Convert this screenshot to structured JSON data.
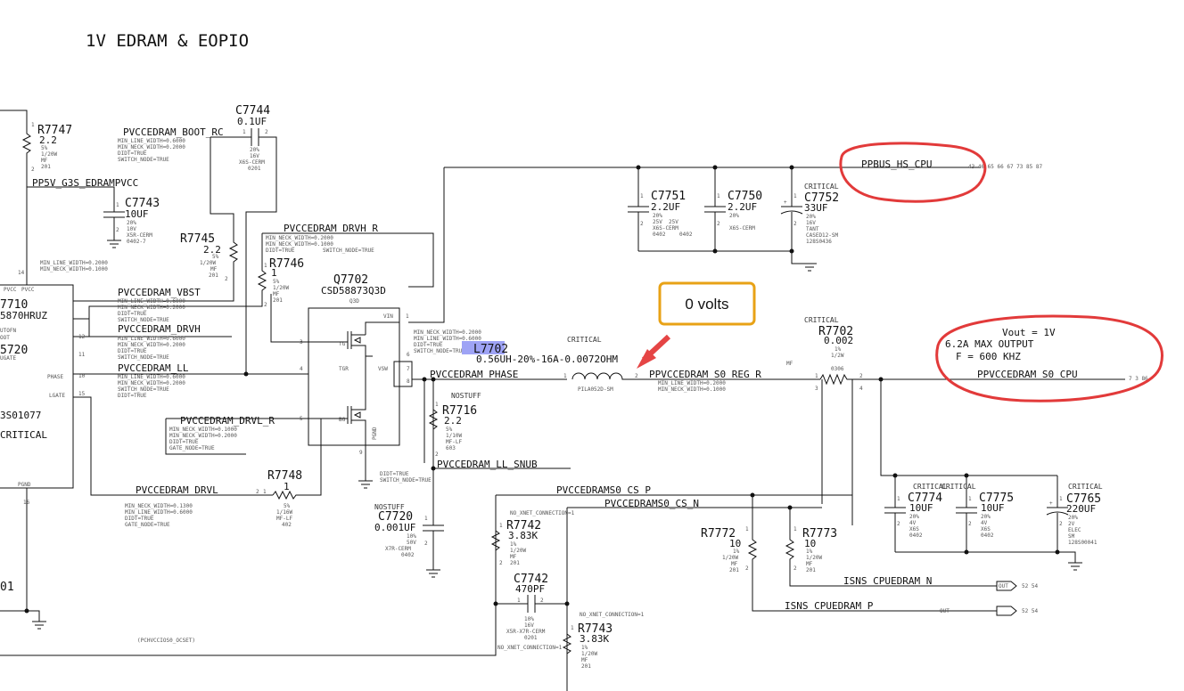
{
  "title": "1V EDRAM & EOPIO",
  "callout": {
    "text": "0 volts",
    "border_color": "#e8a216",
    "arrow_color": "#e54545"
  },
  "highlight_color": "#9ea3f5",
  "annotation_color": "#e23a3a",
  "nets": {
    "ppbus": "PPBUS_HS_CPU",
    "ppbus_refs": "43 46 65 66 67 73 85 87",
    "out": "PPVCCEDRAM_S0_CPU",
    "out_refs": "7 3 86",
    "boot": "PVCCEDRAM_BOOT_RC",
    "p5v": "PP5V_G3S_EDRAMPVCC",
    "drvh_r": "PVCCEDRAM_DRVH_R",
    "vbst": "PVCCEDRAM_VBST",
    "drvh": "PVCCEDRAM_DRVH",
    "ll": "PVCCEDRAM_LL",
    "drvl_r": "PVCCEDRAM_DRVL_R",
    "drvl": "PVCCEDRAM_DRVL",
    "phase": "PVCCEDRAM_PHASE",
    "reg": "PPVCCEDRAM_S0_REG_R",
    "snub": "PVCCEDRAM_LL_SNUB",
    "cs_p": "PVCCEDRAMS0_CS_P",
    "cs_n": "PVCCEDRAMS0_CS_N",
    "isns_n": "ISNS_CPUEDRAM_N",
    "isns_p": "ISNS_CPUEDRAM_P",
    "isns_refs": "52 54",
    "ocset": "(PCHVCCIOS0_OCSET)"
  },
  "props": {
    "mlw_6000": "MIN_LINE_WIDTH=0.6000",
    "mnw_2000": "MIN_NECK_WIDTH=0.2000",
    "mlw_2000": "MIN_LINE_WIDTH=0.2000",
    "mnw_1000": "MIN_NECK_WIDTH=0.1000",
    "mnw_1300": "MIN_NECK_WIDTH=0.1300",
    "didt": "DIDT=TRUE",
    "switch": "SWITCH_NODE=TRUE",
    "gate": "GATE_NODE=TRUE",
    "nostuff": "NOSTUFF",
    "critical": "CRITICAL",
    "no_xnet": "NO_XNET_CONNECTION=1",
    "mf": "MF"
  },
  "reg": {
    "vout": "Vout = 1V",
    "imax": "6.2A MAX OUTPUT",
    "freq": "F = 600 KHZ"
  },
  "u7710": {
    "pins_top": "PVCC",
    "ref_partial": "7710",
    "part_partial": "5870HRUZ",
    "l1": "UTOFN",
    "l2": "OOT",
    "part2_partial": "5720",
    "l3": "UGATE",
    "phase": "PHASE",
    "lgate": "LGATE",
    "bom_partial": "3S01077",
    "crit_partial": "CRITICAL",
    "pgnd": "PGND",
    "pin12": "12",
    "pin11": "11",
    "pin10": "10",
    "pin15": "15",
    "pin14": "14",
    "pin16": "16",
    "left01": "01"
  },
  "q7702": {
    "ref": "Q7702",
    "part": "CSD58873Q3D",
    "pkg": "Q3D",
    "vin": "VIN",
    "tg": "TG",
    "tgr": "TGR",
    "vsw": "VSW",
    "bg": "BG",
    "pgnd": "PGND",
    "p1": "1",
    "p3": "3",
    "p4": "4",
    "p5": "5",
    "p6": "6",
    "p7": "7",
    "p8": "8",
    "p9": "9"
  },
  "l7702": {
    "ref": "L7702",
    "value": "0.56UH-20%-16A-0.0072OHM",
    "pkg": "PILA052D-SM",
    "p1": "1",
    "p2": "2"
  },
  "r7702": {
    "ref": "R7702",
    "value": "0.002",
    "tol": "1%",
    "pwr": "1/2W",
    "pkg": "0306",
    "p1": "1",
    "p2": "2",
    "p3": "3",
    "p4": "4"
  },
  "c7744": {
    "ref": "C7744",
    "value": "0.1UF",
    "specs": [
      "20%",
      "16V",
      "X6S-CERM",
      "0201"
    ],
    "p1": "1",
    "p2": "2"
  },
  "r7747": {
    "ref": "R7747",
    "value": "2.2",
    "specs": [
      "5%",
      "1/20W",
      "MF",
      "201"
    ],
    "p1": "1",
    "p2": "2"
  },
  "c7743": {
    "ref": "C7743",
    "value": "10UF",
    "specs": [
      "20%",
      "10V",
      "X5R-CERM",
      "0402-7"
    ],
    "p1": "1",
    "p2": "2"
  },
  "r7745": {
    "ref": "R7745",
    "value": "2.2",
    "specs": [
      "5%",
      "1/20W",
      "MF",
      "201"
    ],
    "p2": "2"
  },
  "r7746": {
    "ref": "R7746",
    "value": "1",
    "specs": [
      "5%",
      "1/20W",
      "MF",
      "201"
    ],
    "p1": "1",
    "p2": "2"
  },
  "c7751": {
    "ref": "C7751",
    "value": "2.2UF",
    "specs": [
      "20%",
      "25V",
      "X6S-CERM",
      "0402"
    ],
    "p1": "1",
    "p2": "2"
  },
  "c7750": {
    "ref": "C7750",
    "value": "2.2UF",
    "specs": [
      "20%",
      "25V",
      "X6S-CERM",
      "0402"
    ],
    "p1": "1",
    "p2": "2"
  },
  "c7752": {
    "ref": "C7752",
    "value": "33UF",
    "specs": [
      "20%",
      "16V",
      "TANT",
      "CASED12-SM",
      "128S0436"
    ],
    "p1": "1",
    "p2": "2"
  },
  "r7716": {
    "ref": "R7716",
    "value": "2.2",
    "specs": [
      "5%",
      "1/10W",
      "MF-LF",
      "603"
    ],
    "p1": "1",
    "p2": "2"
  },
  "c7720": {
    "ref": "C7720",
    "value": "0.001UF",
    "specs": [
      "10%",
      "50V",
      "X7R-CERM",
      "0402"
    ],
    "p1": "1",
    "p2": "2"
  },
  "r7748": {
    "ref": "R7748",
    "value": "1",
    "specs": [
      "5%",
      "1/16W",
      "MF-LF",
      "402"
    ],
    "p2": "2",
    "p1": "1"
  },
  "r7742": {
    "ref": "R7742",
    "value": "3.83K",
    "specs": [
      "1%",
      "1/20W",
      "MF",
      "201"
    ],
    "p1": "1",
    "p2": "2"
  },
  "c7742": {
    "ref": "C7742",
    "value": "470PF",
    "specs": [
      "10%",
      "16V",
      "X5R-X7R-CERM",
      "0201"
    ],
    "p1": "1",
    "p2": "2"
  },
  "r7743": {
    "ref": "R7743",
    "value": "3.83K",
    "specs": [
      "1%",
      "1/20W",
      "MF",
      "201"
    ],
    "p1": "1"
  },
  "r7772": {
    "ref": "R7772",
    "value": "10",
    "specs": [
      "1%",
      "1/20W",
      "MF",
      "201"
    ],
    "p1": "1",
    "p2": "2"
  },
  "r7773": {
    "ref": "R7773",
    "value": "10",
    "specs": [
      "1%",
      "1/20W",
      "MF",
      "201"
    ],
    "p1": "1",
    "p2": "2"
  },
  "c7774": {
    "ref": "C7774",
    "value": "10UF",
    "specs": [
      "20%",
      "4V",
      "X6S",
      "0402"
    ],
    "p1": "1",
    "p2": "2"
  },
  "c7775": {
    "ref": "C7775",
    "value": "10UF",
    "specs": [
      "20%",
      "4V",
      "X6S",
      "0402"
    ],
    "p1": "1",
    "p2": "2"
  },
  "c7765": {
    "ref": "C7765",
    "value": "220UF",
    "specs": [
      "20%",
      "2V",
      "ELEC",
      "SM",
      "128S00041"
    ],
    "p1": "1",
    "p2": "2"
  },
  "ports": {
    "out": "OUT"
  }
}
